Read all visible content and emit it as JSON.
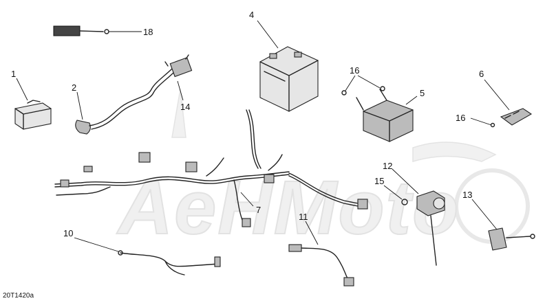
{
  "diagram": {
    "reference_code": "20T1420a",
    "watermark_text": "AeHMoto",
    "callouts": [
      "1",
      "2",
      "4",
      "5",
      "6",
      "7",
      "10",
      "11",
      "12",
      "13",
      "14",
      "15",
      "16",
      "16",
      "18"
    ]
  }
}
